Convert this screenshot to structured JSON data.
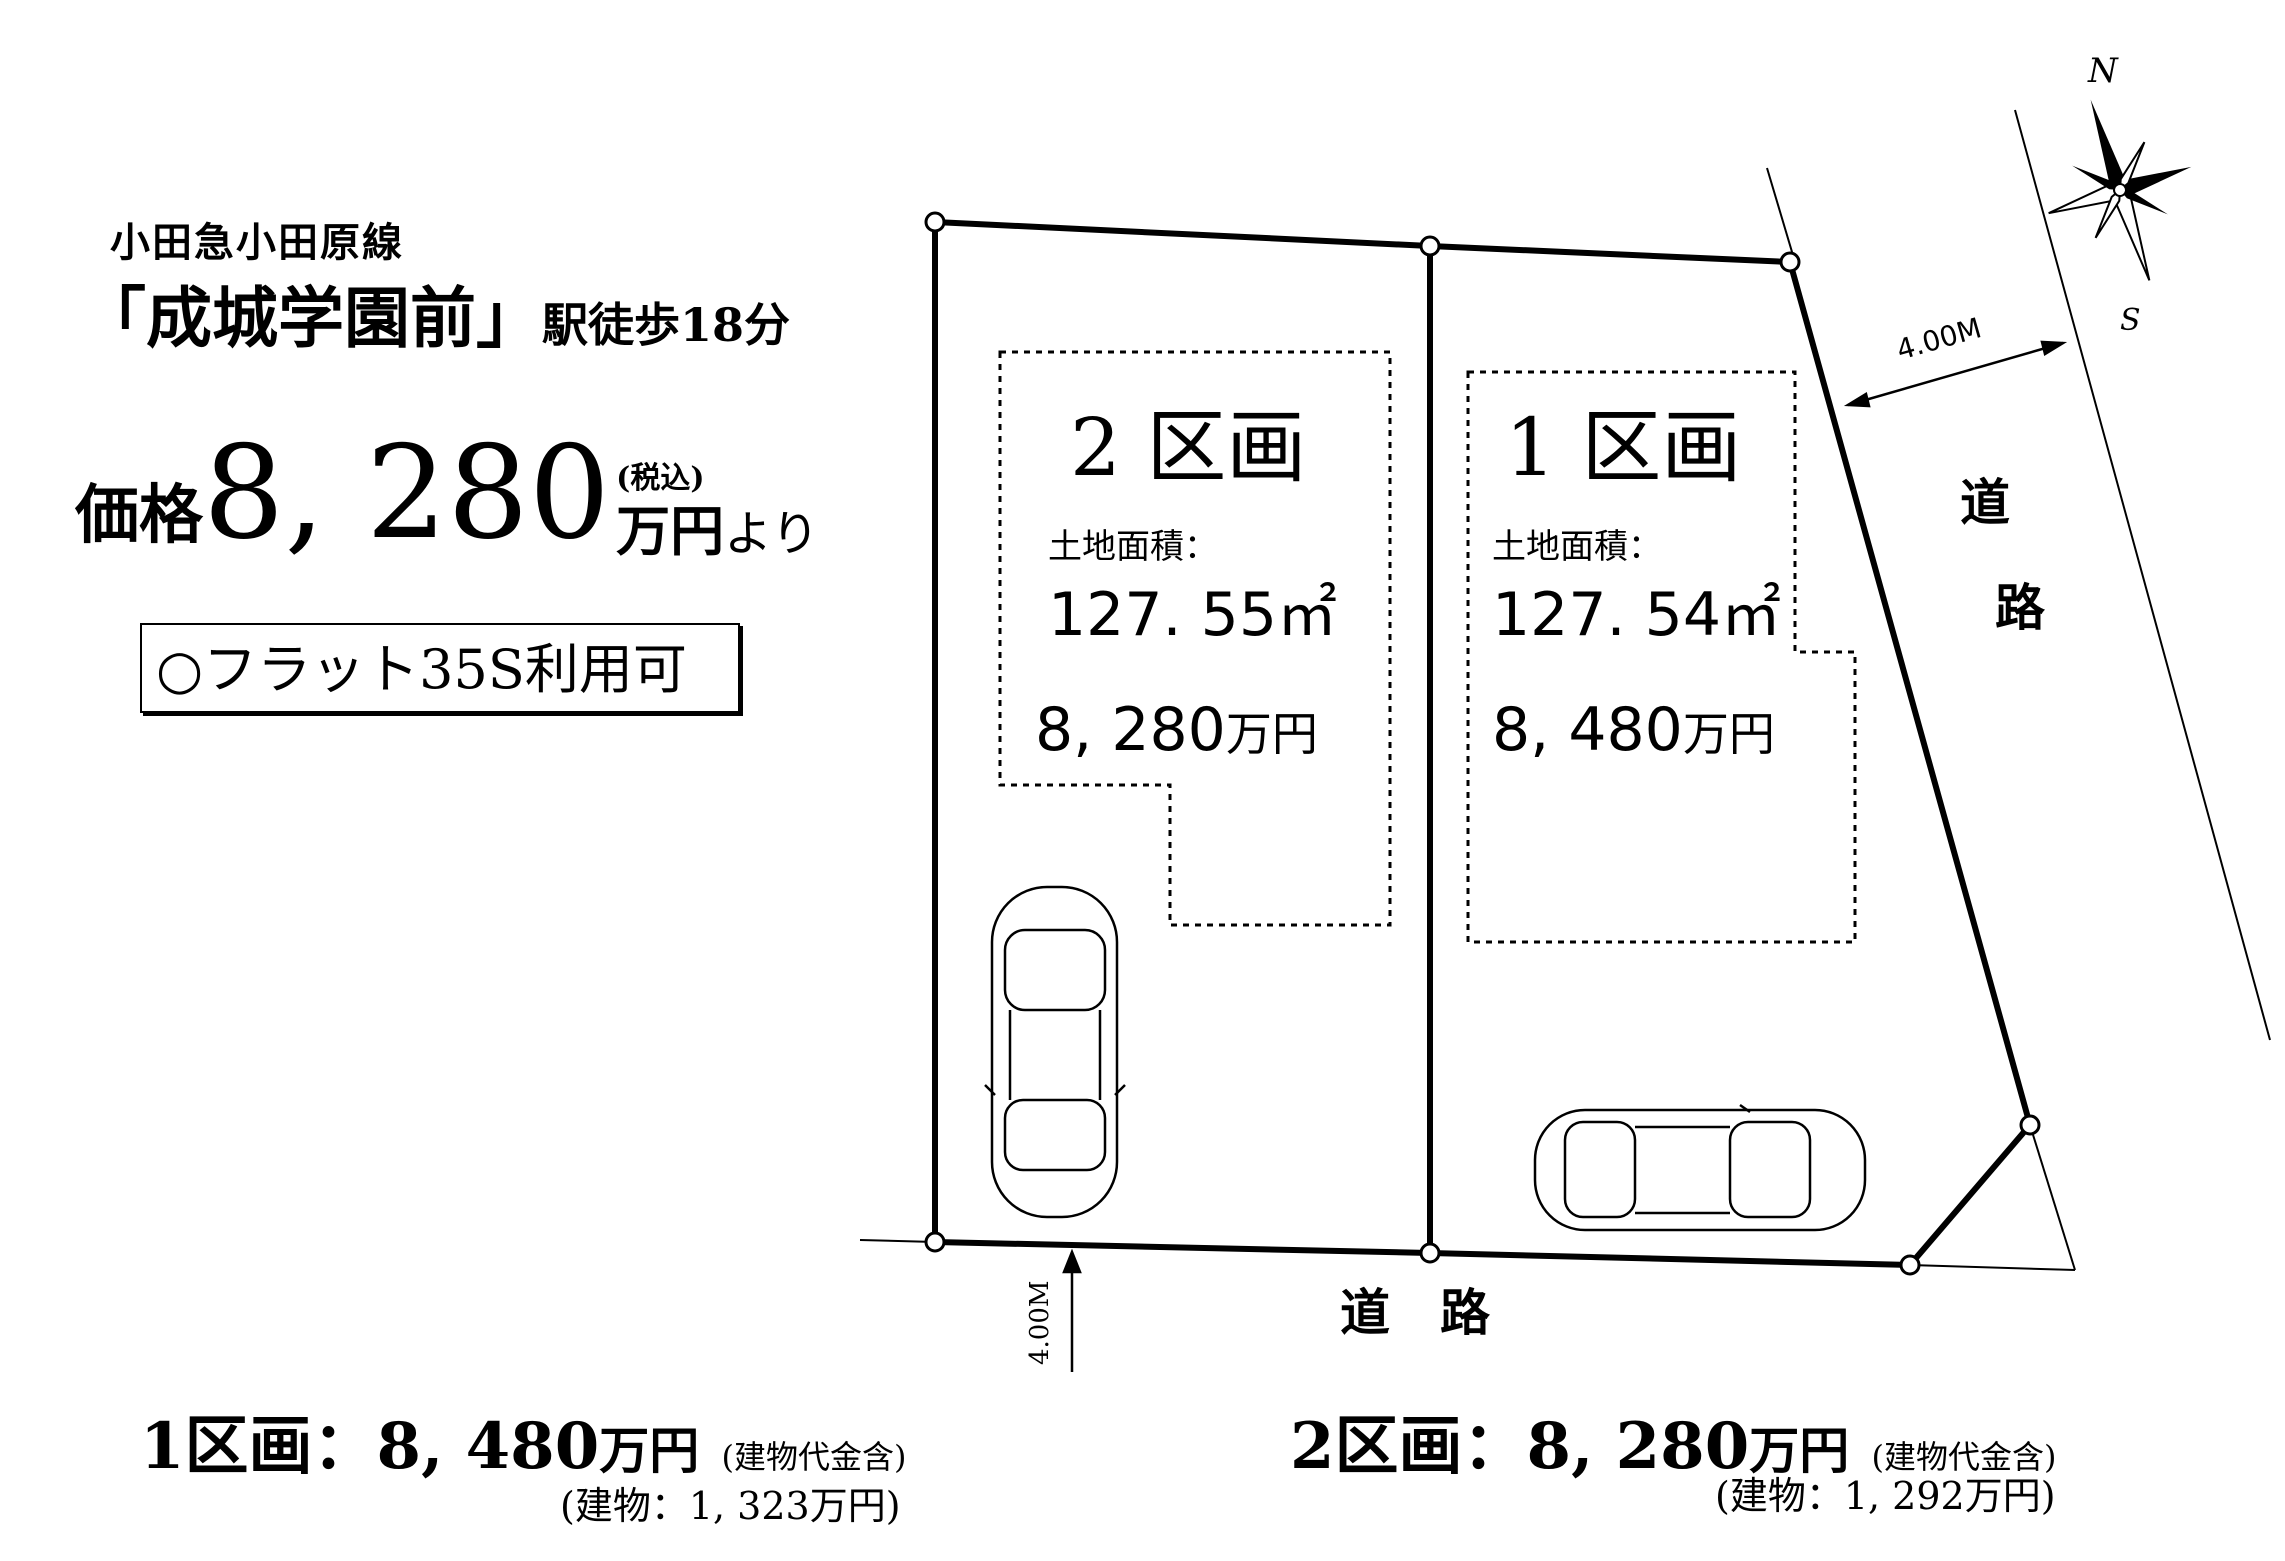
{
  "header": {
    "line_name": "小田急小田原線",
    "station": "「成城学園前」",
    "walk": "駅徒歩18分",
    "price_label": "価格",
    "price_value": "8, 280",
    "tax_note": "(税込)",
    "price_unit": "万円",
    "price_from": "より",
    "flat35": "○フラット35S利用可"
  },
  "plan": {
    "lot2": {
      "name": "2 区画",
      "area_label": "土地面積：",
      "area": "127. 55㎡",
      "price": "8, 280",
      "unit": "万円"
    },
    "lot1": {
      "name": "1 区画",
      "area_label": "土地面積：",
      "area": "127. 54㎡",
      "price": "8, 480",
      "unit": "万円"
    },
    "road_bottom": "道　路",
    "road_right_1": "道",
    "road_right_2": "路",
    "width_right": "4.00M",
    "width_bottom": "4.00M",
    "compass_n": "N",
    "compass_s": "S"
  },
  "summary": {
    "lot1": {
      "label": "1区画：",
      "price": "8, 480",
      "unit": "万円",
      "note": "(建物代金含)",
      "building": "(建物：1, 323万円)"
    },
    "lot2": {
      "label": "2区画：",
      "price": "8, 280",
      "unit": "万円",
      "note": "(建物代金含)",
      "building": "(建物：1, 292万円)"
    }
  }
}
